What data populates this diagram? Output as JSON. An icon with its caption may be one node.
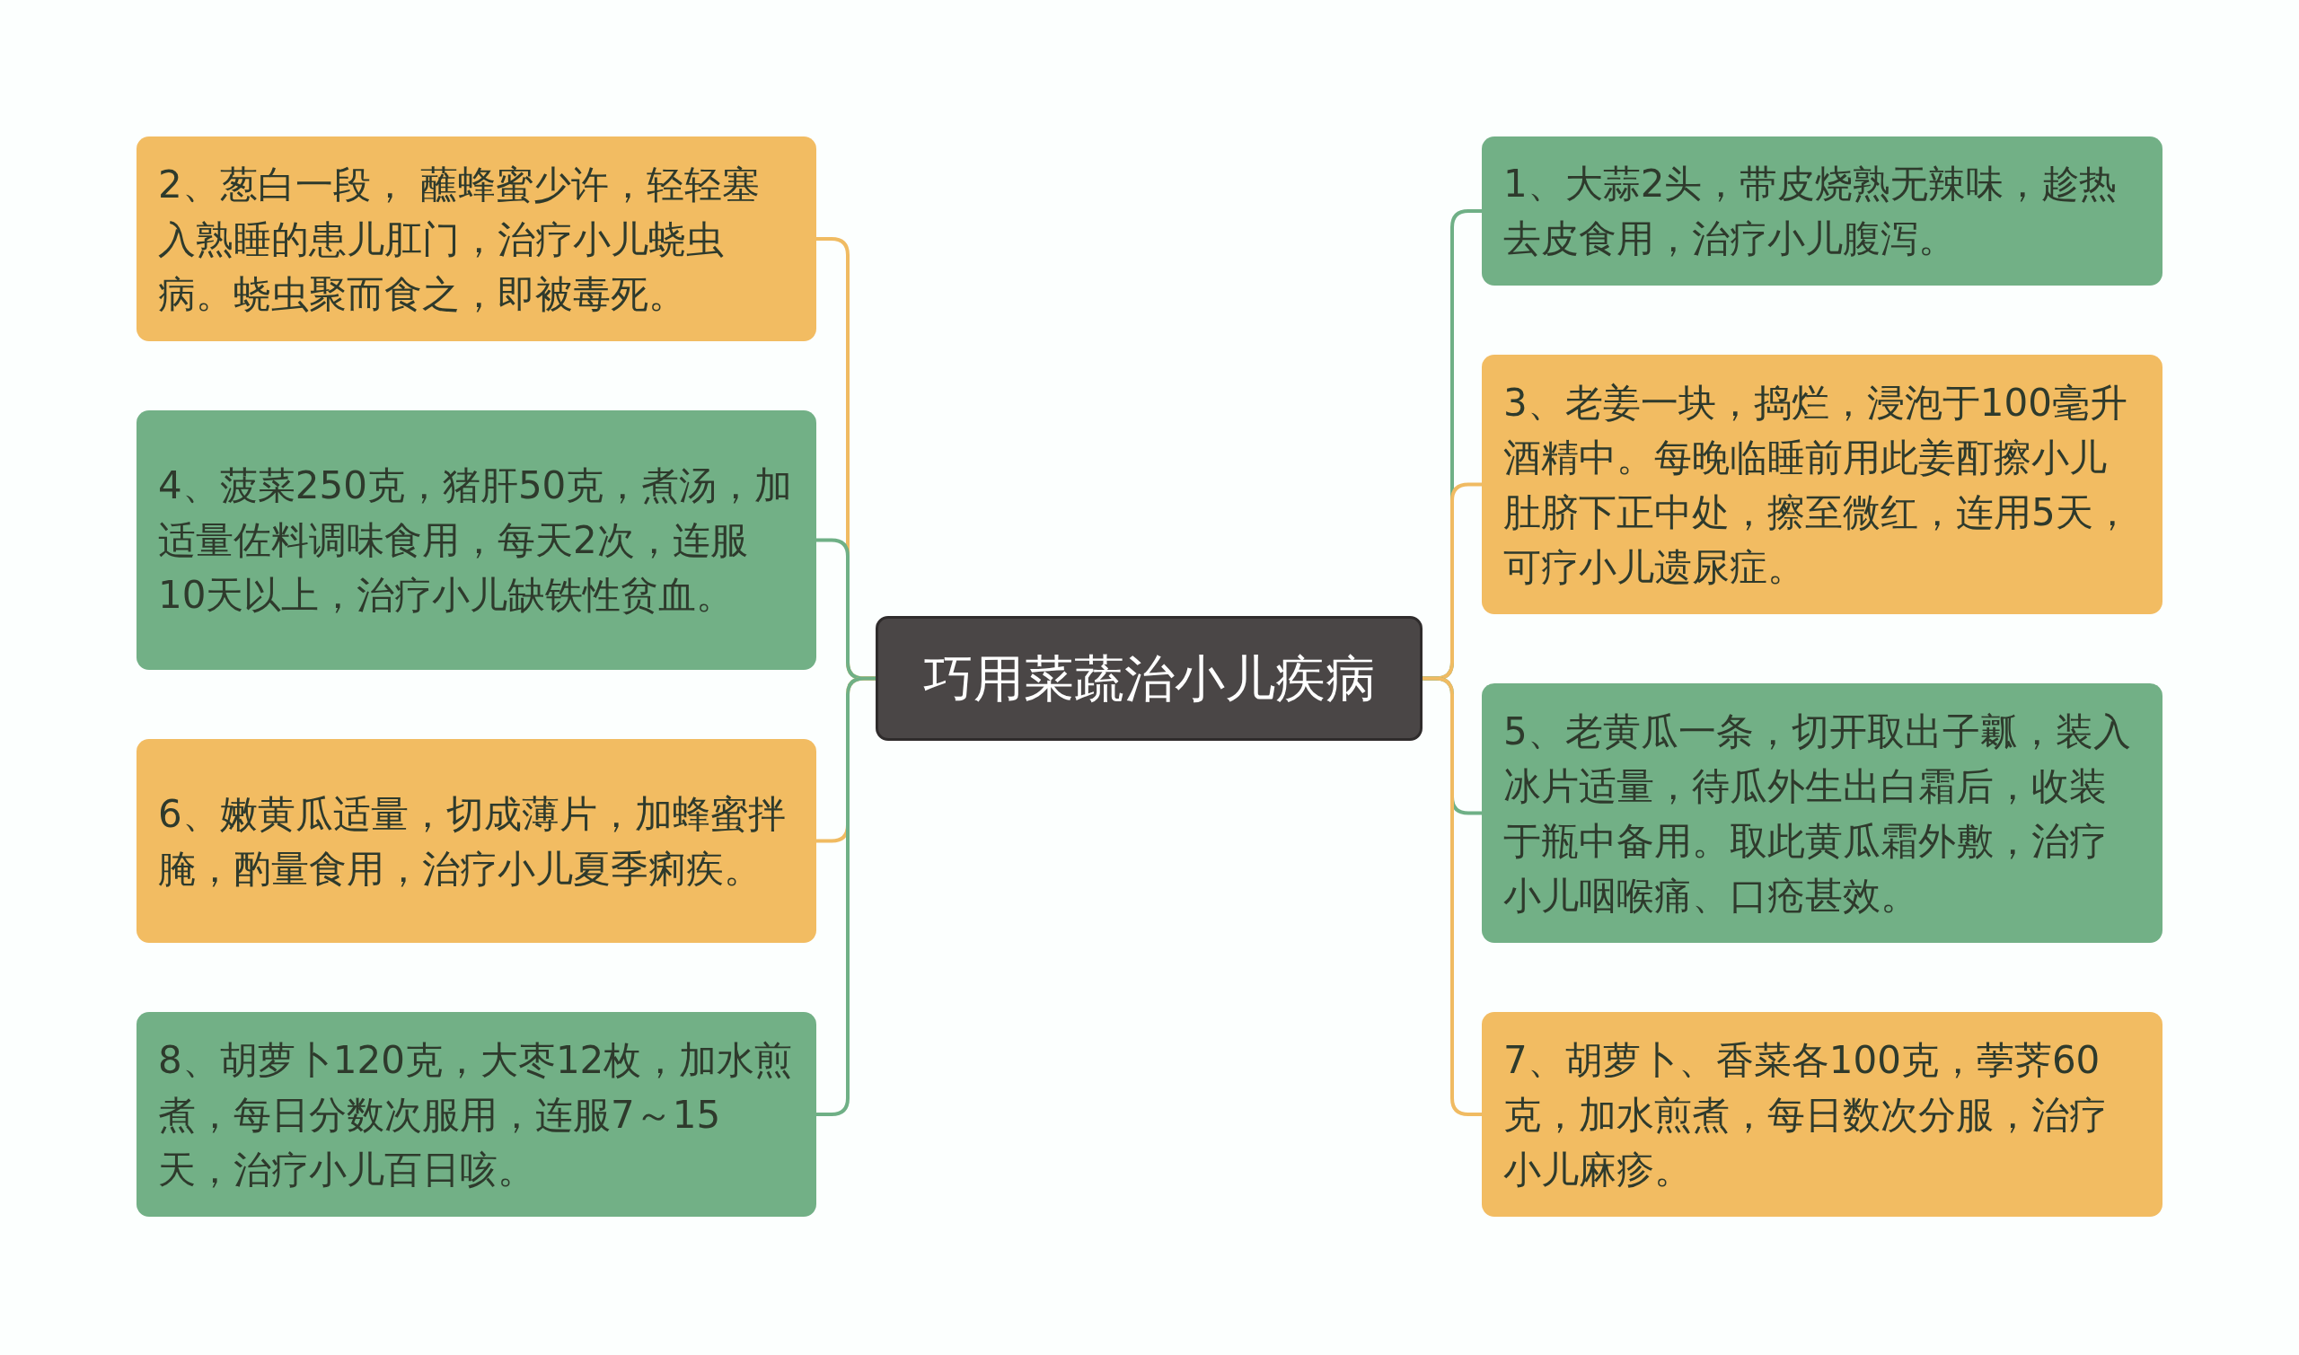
{
  "diagram": {
    "nodes": [
      {
        "text": [
          "巧用菜蔬治小儿疾病"
        ]
      },
      {
        "text": [
          "1、大蒜2头，带皮烧熟无辣味，趁热去皮食用，治疗小儿腹泻。"
        ]
      },
      {
        "text": [
          "2、葱白一段， 蘸蜂蜜少许，轻轻塞入熟睡的患儿肛门，治疗小儿蛲虫病。蛲虫聚而食之，即被毒死。"
        ]
      },
      {
        "text": [
          "3、老姜一块，捣烂，浸泡于100毫升酒精中。每晚临睡前用此姜酊擦小儿肚脐下正中处，擦至微红，连用5天，可疗小儿遗尿症。"
        ]
      },
      {
        "text": [
          "4、菠菜250克，猪肝50克，煮汤，加适量佐料调味食用，每天2次，连服10天以上，治疗小儿缺铁性贫血。"
        ]
      },
      {
        "text": [
          "5、老黄瓜一条，切开取出子瓤，装入冰片适量，待瓜外生出白霜后，收装于瓶中备用。取此黄瓜霜外敷，治疗小儿咽喉痛、口疮甚效。"
        ]
      },
      {
        "text": [
          "6、嫩黄瓜适量，切成薄片，加蜂蜜拌腌，酌量食用，治疗小儿夏季痢疾。"
        ]
      },
      {
        "text": [
          "7、胡萝卜、香菜各100克，荸荠60克，加水煎煮，每日数次分服，治疗小儿麻疹。"
        ]
      },
      {
        "text": [
          "8、胡萝卜120克，大枣12枚，加水煎煮，每日分数次服用，连服7～15天，治疗小儿百日咳。"
        ]
      }
    ],
    "edges": [
      {
        "from": 0,
        "to": 1,
        "arrow": "none",
        "color": "#6fb086"
      },
      {
        "from": 0,
        "to": 2,
        "arrow": "none",
        "color": "#f0bb62"
      },
      {
        "from": 0,
        "to": 3,
        "arrow": "none",
        "color": "#f0bb62"
      },
      {
        "from": 0,
        "to": 4,
        "arrow": "none",
        "color": "#6fb086"
      },
      {
        "from": 0,
        "to": 5,
        "arrow": "none",
        "color": "#6fb086"
      },
      {
        "from": 0,
        "to": 6,
        "arrow": "none",
        "color": "#f0bb62"
      },
      {
        "from": 0,
        "to": 7,
        "arrow": "none",
        "color": "#f0bb62"
      },
      {
        "from": 0,
        "to": 8,
        "arrow": "none",
        "color": "#6fb086"
      }
    ]
  }
}
